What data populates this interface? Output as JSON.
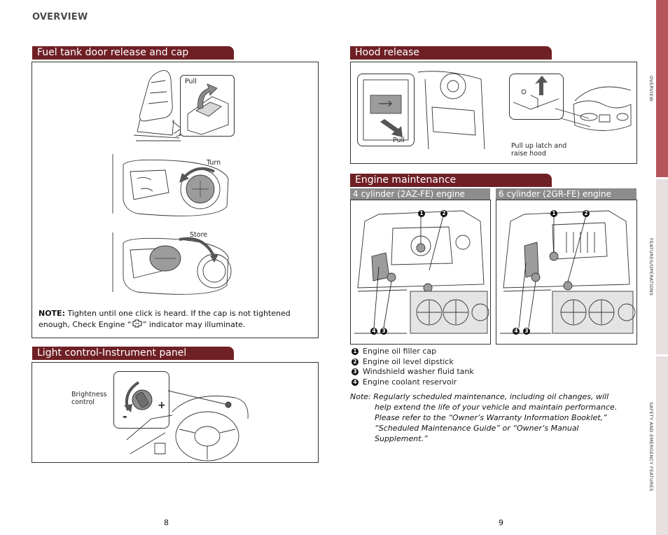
{
  "header": {
    "section": "OVERVIEW"
  },
  "fuel": {
    "title": "Fuel tank door release and cap",
    "pull": "Pull",
    "turn": "Turn",
    "store": "Store",
    "note_label": "NOTE:",
    "note_text_1": " Tighten until one click is heard. If the cap is not tightened",
    "note_text_2a": "enough, Check Engine “",
    "note_text_2b": "” indicator may illuminate."
  },
  "light": {
    "title": "Light control-Instrument panel",
    "brightness": "Brightness",
    "control": "control",
    "plus": "+",
    "minus": "-"
  },
  "hood": {
    "title": "Hood release",
    "pull": "Pull",
    "latch_1": "Pull up latch and",
    "latch_2": "raise hood"
  },
  "engine": {
    "title": "Engine maintenance",
    "four_cyl": "4 cylinder (2AZ-FE) engine",
    "six_cyl": "6 cylinder (2GR-FE) engine",
    "markers": [
      "1",
      "2",
      "3",
      "4"
    ],
    "legend": [
      {
        "num": "1",
        "text": "Engine oil filler cap"
      },
      {
        "num": "2",
        "text": "Engine oil level dipstick"
      },
      {
        "num": "3",
        "text": "Windshield washer fluid tank"
      },
      {
        "num": "4",
        "text": "Engine coolant reservoir"
      }
    ],
    "note_lines": [
      "Note: Regularly scheduled maintenance, including oil changes, will",
      "help extend the life of your vehicle and maintain performance.",
      "Please refer to the “Owner’s Warranty Information Booklet,”",
      "“Scheduled Maintenance Guide” or “Owner’s Manual",
      "Supplement.”"
    ]
  },
  "sidebar": {
    "tabs": [
      "OVERVIEW",
      "FEATURES/OPERATIONS",
      "SAFETY AND EMERGENCY FEATURES"
    ],
    "active_color": "#b5565c",
    "inactive_color": "#e8dfe0"
  },
  "pages": {
    "left": "8",
    "right": "9"
  }
}
